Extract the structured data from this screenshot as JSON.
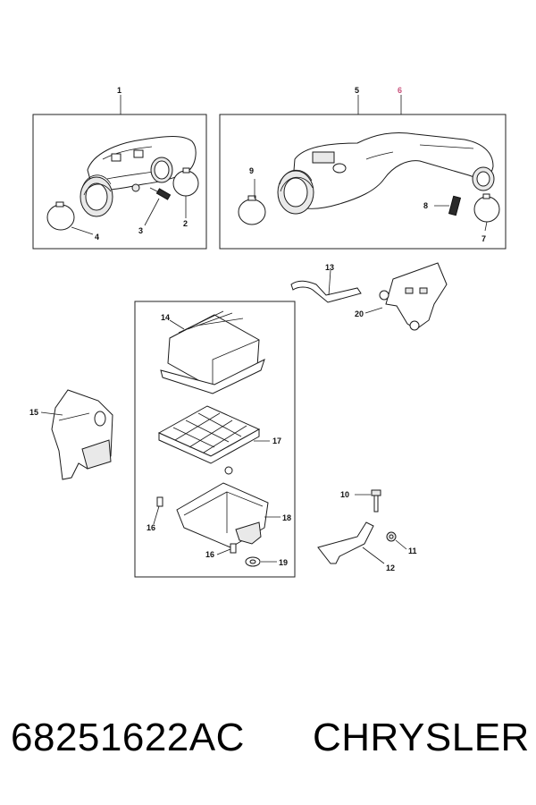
{
  "callouts": {
    "c1": "1",
    "c2": "2",
    "c3": "3",
    "c4": "4",
    "c5": "5",
    "c6": "6",
    "c7": "7",
    "c8": "8",
    "c9": "9",
    "c10": "10",
    "c11": "11",
    "c12": "12",
    "c13": "13",
    "c14": "14",
    "c15": "15",
    "c16a": "16",
    "c16b": "16",
    "c17": "17",
    "c18": "18",
    "c19": "19",
    "c20": "20"
  },
  "highlight_color": "#c8507a",
  "footer": {
    "part_number": "68251622AC",
    "brand": "CHRYSLER"
  }
}
